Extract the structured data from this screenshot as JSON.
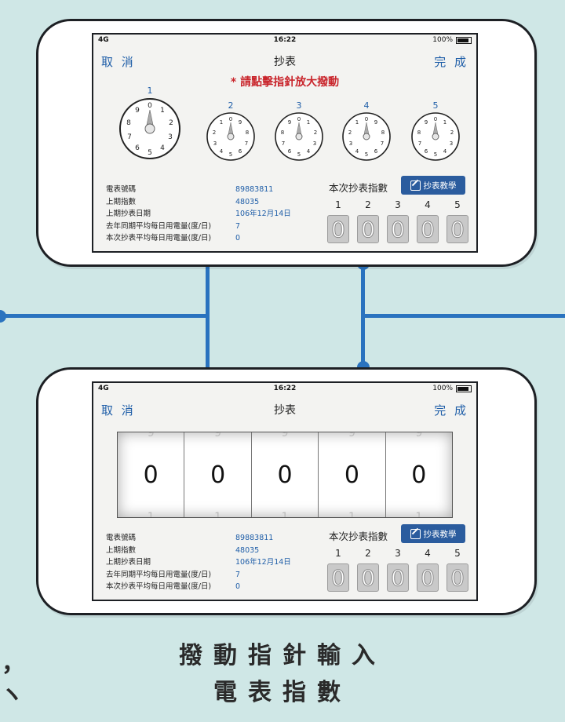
{
  "status": {
    "signal": "4G",
    "time": "16:22",
    "battery": "100%"
  },
  "phone1": {
    "nav": {
      "cancel": "取 消",
      "title": "抄表",
      "done": "完 成"
    },
    "hint": "* 請點擊指針放大撥動",
    "dial_labels": [
      "1",
      "2",
      "3",
      "4",
      "5"
    ]
  },
  "phone2": {
    "nav": {
      "cancel": "取 消",
      "title": "抄表",
      "done": "完 成"
    },
    "wheel_digits": [
      "0",
      "0",
      "0",
      "0",
      "0"
    ],
    "wheel_ghost_top": "9",
    "wheel_ghost_bottom": "1"
  },
  "info": {
    "rows": [
      {
        "label": "電表號碼",
        "value": "89883811"
      },
      {
        "label": "上期指數",
        "value": "48035"
      },
      {
        "label": "上期抄表日期",
        "value": "106年12月14日"
      },
      {
        "label": "去年同期平均每日用電量(度/日)",
        "value": "7"
      },
      {
        "label": "本次抄表平均每日用電量(度/日)",
        "value": "0"
      }
    ]
  },
  "reading": {
    "title": "本次抄表指數",
    "tutorial_label": "抄表教學",
    "digit_labels": [
      "1",
      "2",
      "3",
      "4",
      "5"
    ],
    "digits": [
      "0",
      "0",
      "0",
      "0",
      "0"
    ]
  },
  "caption": {
    "line1": "撥動指針輸入",
    "line2": "電表指數"
  },
  "edge_marks": {
    "top": "，",
    "bottom": "ヽ"
  },
  "colors": {
    "background": "#cfe7e6",
    "accent": "#2a73bf",
    "button": "#2b5c9e",
    "hint": "#c9252c"
  }
}
